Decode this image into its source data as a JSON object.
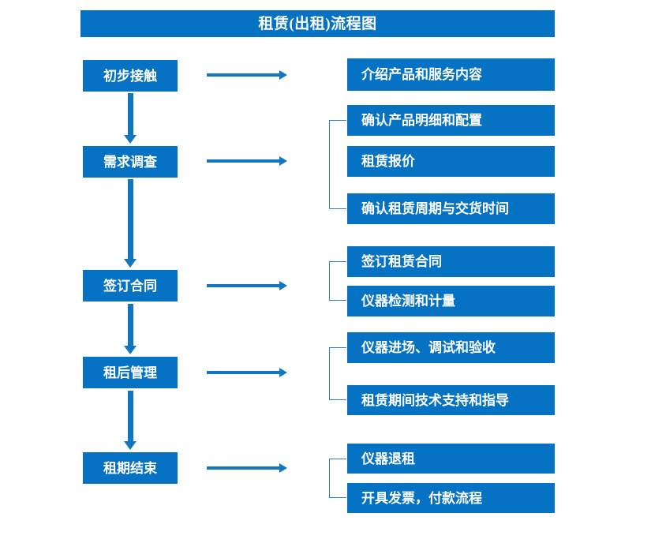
{
  "title": "租赁(出租)流程图",
  "colors": {
    "box_fill": "#0572C4",
    "box_text": "#FFFFFF",
    "arrow": "#1176BD",
    "bracket": "#2F7FC4",
    "background": "#FFFFFF"
  },
  "stages": [
    {
      "label": "初步接触"
    },
    {
      "label": "需求调查"
    },
    {
      "label": "签订合同"
    },
    {
      "label": "租后管理"
    },
    {
      "label": "租期结束"
    }
  ],
  "details": [
    {
      "label": "介绍产品和服务内容"
    },
    {
      "label": "确认产品明细和配置"
    },
    {
      "label": "租赁报价"
    },
    {
      "label": "确认租赁周期与交货时间"
    },
    {
      "label": "签订租赁合同"
    },
    {
      "label": "仪器检测和计量"
    },
    {
      "label": "仪器进场、调试和验收"
    },
    {
      "label": "租赁期间技术支持和指导"
    },
    {
      "label": "仪器退租"
    },
    {
      "label": "开具发票，付款流程"
    }
  ],
  "groups": [
    {
      "stage": "初步接触",
      "detail_labels": [
        "介绍产品和服务内容"
      ],
      "bracketed": false
    },
    {
      "stage": "需求调查",
      "detail_labels": [
        "确认产品明细和配置",
        "租赁报价",
        "确认租赁周期与交货时间"
      ],
      "bracketed": true
    },
    {
      "stage": "签订合同",
      "detail_labels": [
        "签订租赁合同",
        "仪器检测和计量"
      ],
      "bracketed": true
    },
    {
      "stage": "租后管理",
      "detail_labels": [
        "仪器进场、调试和验收",
        "租赁期间技术支持和指导"
      ],
      "bracketed": true
    },
    {
      "stage": "租期结束",
      "detail_labels": [
        "仪器退租",
        "开具发票，付款流程"
      ],
      "bracketed": true
    }
  ],
  "connectors": {
    "vertical_arrow_icon": "arrow-down-icon",
    "horizontal_arrow_icon": "arrow-right-icon",
    "bracket_icon": "group-bracket-icon",
    "vertical_count": 4,
    "horizontal_count": 5,
    "bracket_count": 4
  }
}
